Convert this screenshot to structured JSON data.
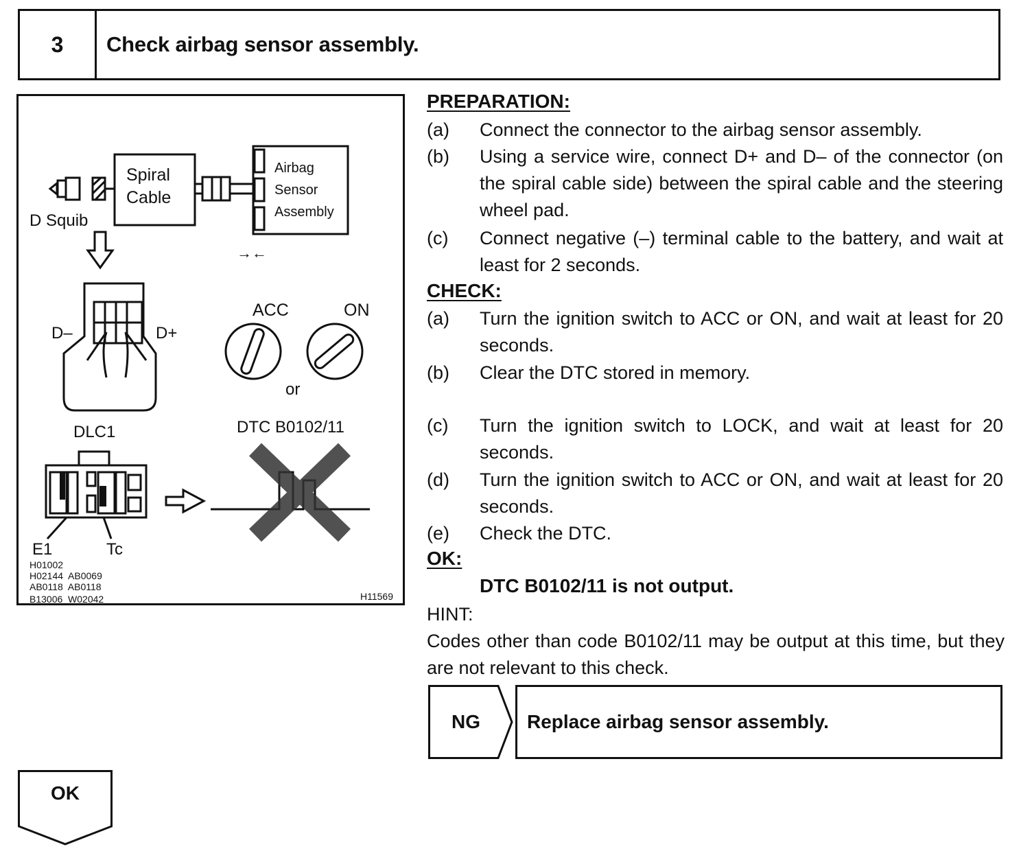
{
  "step": {
    "number": "3",
    "title": "Check airbag sensor assembly."
  },
  "figure": {
    "spiral_cable": [
      "Spiral",
      "Cable"
    ],
    "airbag_sensor": [
      "Airbag",
      "Sensor",
      "Assembly"
    ],
    "d_squib": "D Squib",
    "arrows_label": "→←",
    "d_minus": "D–",
    "d_plus": "D+",
    "acc": "ACC",
    "on": "ON",
    "or": "or",
    "dlc1": "DLC1",
    "dtc": "DTC B0102/11",
    "e1": "E1",
    "tc": "Tc",
    "refs": [
      "H01002",
      "H02144  AB0069",
      "AB0118  AB0118",
      "B13006  W02042"
    ],
    "fig_code": "H11569"
  },
  "preparation": {
    "heading": "PREPARATION:",
    "items": [
      {
        "label": "(a)",
        "text": "Connect the connector to the airbag sensor assembly."
      },
      {
        "label": "(b)",
        "text": "Using a service wire, connect D+ and D– of the connector (on the spiral cable side) between the spiral cable and the steering wheel pad."
      },
      {
        "label": "(c)",
        "text": "Connect negative (–) terminal cable to the battery, and wait at least for 2 seconds."
      }
    ]
  },
  "check": {
    "heading": "CHECK:",
    "items": [
      {
        "label": "(a)",
        "text": "Turn the ignition switch to ACC or ON, and wait at least for 20 seconds."
      },
      {
        "label": "(b)",
        "text": "Clear the DTC stored in memory."
      },
      {
        "label": "(c)",
        "text": "Turn the ignition switch to LOCK, and wait at least for 20 seconds."
      },
      {
        "label": "(d)",
        "text": "Turn the ignition switch to ACC or ON, and wait at least for 20 seconds."
      },
      {
        "label": "(e)",
        "text": "Check the DTC."
      }
    ]
  },
  "ok_section": {
    "heading": "OK:",
    "result": "DTC B0102/11 is not output."
  },
  "hint": {
    "heading": "HINT:",
    "text": "Codes other than code B0102/11 may be output at this time, but they are not relevant to this check."
  },
  "ng": {
    "label": "NG",
    "action": "Replace airbag sensor assembly."
  },
  "ok_flow": {
    "label": "OK"
  }
}
